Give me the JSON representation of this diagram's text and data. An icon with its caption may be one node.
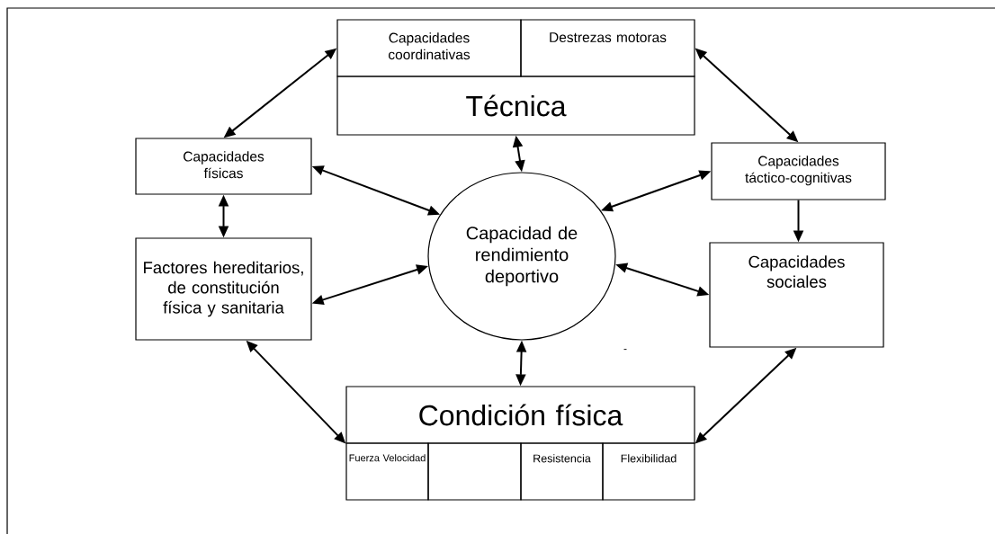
{
  "diagram": {
    "nodes": [
      {
        "text": [
          "Capacidades coordinativas"
        ]
      },
      {
        "text": [
          "Destrezas motoras"
        ]
      },
      {
        "text": [
          "Técnica"
        ]
      },
      {
        "text": [
          "Capacidades físicas"
        ]
      },
      {
        "text": [
          "Capacidad de rendimiento deportivo"
        ]
      },
      {
        "text": [
          "Capacidades táctico-cognitivas"
        ]
      },
      {
        "text": [
          "Factores hereditarios, de constitución física y sanitaria"
        ]
      },
      {
        "text": [
          "Capacidades sociales"
        ]
      },
      {
        "text": [
          "Condición física"
        ]
      },
      {
        "text": [
          "Fuerza Velocidad"
        ]
      },
      {
        "text": [],
        "shape": "box"
      },
      {
        "text": [
          "Resistencia"
        ]
      },
      {
        "text": [
          "Flexibilidad"
        ]
      }
    ],
    "edges": [
      {
        "from": 3,
        "to": 0,
        "arrow": "both"
      },
      {
        "from": 1,
        "to": 5,
        "arrow": "both"
      },
      {
        "from": 2,
        "to": 4,
        "arrow": "both"
      },
      {
        "from": 3,
        "to": 4,
        "arrow": "both"
      },
      {
        "from": 4,
        "to": 5,
        "arrow": "both"
      },
      {
        "from": 5,
        "to": 7,
        "arrow": "to"
      },
      {
        "from": 3,
        "to": 6,
        "arrow": "both"
      },
      {
        "from": 6,
        "to": 4,
        "arrow": "both"
      },
      {
        "from": 4,
        "to": 7,
        "arrow": "both"
      },
      {
        "from": 4,
        "to": 8,
        "arrow": "both"
      },
      {
        "from": 6,
        "to": 8,
        "arrow": "both"
      },
      {
        "from": 7,
        "to": 8,
        "arrow": "both"
      }
    ],
    "labels": [
      "-"
    ]
  }
}
